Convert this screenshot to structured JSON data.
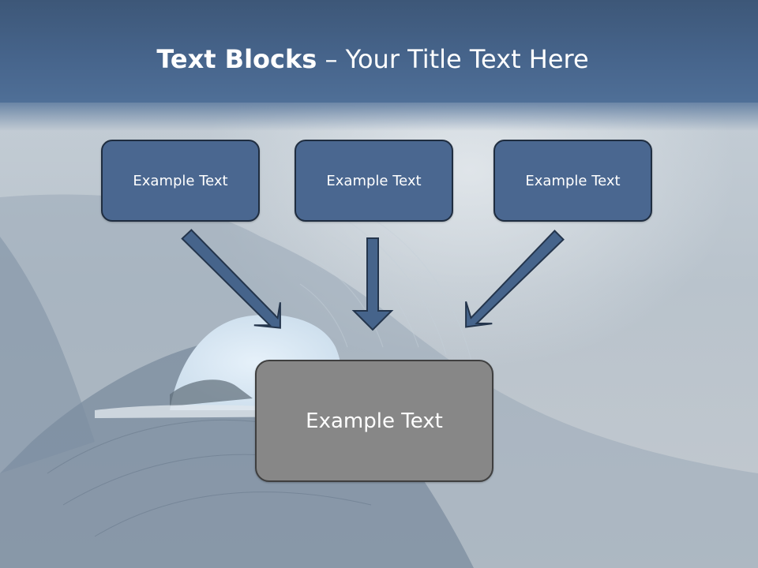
{
  "slide": {
    "title_bold": "Text Blocks",
    "title_rest": " – Your Title Text Here"
  },
  "blocks": [
    {
      "label": "Example Text"
    },
    {
      "label": "Example Text"
    },
    {
      "label": "Example Text"
    }
  ],
  "result_block": {
    "label": "Example Text"
  },
  "colors": {
    "title_band": "#46648b",
    "block_fill": "#4a6790",
    "result_fill": "#878787",
    "arrow_fill": "#46648b"
  }
}
